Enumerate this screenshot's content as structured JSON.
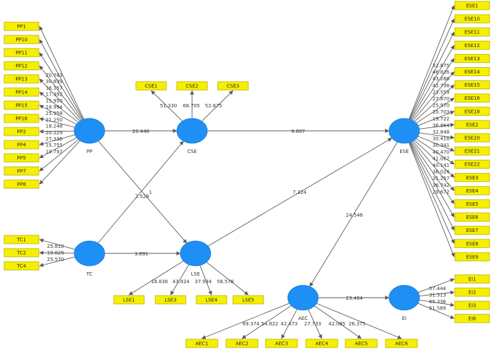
{
  "diagram": {
    "latent_variables": {
      "PP": "PP",
      "CSE": "CSE",
      "TC": "TC",
      "LSE": "LSE",
      "ESE": "ESE",
      "AEC": "AEC",
      "EI": "EI"
    },
    "structural_paths": [
      {
        "from": "PP",
        "to": "CSE",
        "value": "20.448"
      },
      {
        "from": "CSE",
        "to": "ESE",
        "value": "9.807"
      },
      {
        "from": "TC",
        "to": "CSE",
        "value": "2.529"
      },
      {
        "from": "PP",
        "to": "LSE",
        "value": "1"
      },
      {
        "from": "TC",
        "to": "LSE",
        "value": "3.891"
      },
      {
        "from": "LSE",
        "to": "ESE",
        "value": "7.324"
      },
      {
        "from": "ESE",
        "to": "AEC",
        "value": "24.546"
      },
      {
        "from": "AEC",
        "to": "EI",
        "value": "23.464"
      }
    ],
    "indicators": {
      "PP": [
        "PP1",
        "PP10",
        "PP11",
        "PP12",
        "PP13",
        "PP14",
        "PP15",
        "PP16",
        "PP2",
        "PP4",
        "PP5",
        "PP7",
        "PP8"
      ],
      "PP_loadings": [
        "20.783",
        "30.839",
        "16.157",
        "17.392",
        "15.950",
        "18.994",
        "25.958",
        "21.250",
        "18.248",
        "20.229",
        "27.336",
        "15.755",
        "19.797"
      ],
      "CSE": [
        "CSE1",
        "CSE2",
        "CSE3"
      ],
      "CSE_loadings": [
        "51.330",
        "66.705",
        "52.675"
      ],
      "TC": [
        "TC1",
        "TC2",
        "TC4"
      ],
      "TC_loadings": [
        "25.810",
        "19.829",
        "25.570"
      ],
      "LSE": [
        "LSE1",
        "LSE3",
        "LSE4",
        "LSE5"
      ],
      "LSE_loadings": [
        "18.836",
        "43.824",
        "37.934",
        "56.578"
      ],
      "AEC": [
        "AEC1",
        "AEC2",
        "AEC3",
        "AEC4",
        "AEC5",
        "AEC6"
      ],
      "AEC_loadings": [
        "69.374",
        "54.822",
        "42.473",
        "27.733",
        "42.085",
        "26.375"
      ],
      "EI": [
        "EI1",
        "EI2",
        "EI3",
        "EI6"
      ],
      "EI_loadings": [
        "57.444",
        "31.313",
        "85.336",
        "51.589"
      ],
      "ESE": [
        "ESE1",
        "ESE10",
        "ESE11",
        "ESE12",
        "ESE13",
        "ESE14",
        "ESE15",
        "ESE16",
        "ESE18",
        "ESE2",
        "ESE20",
        "ESE21",
        "ESE22",
        "ESE3",
        "ESE4",
        "ESE5",
        "ESE6",
        "ESE7",
        "ESE8",
        "ESE9"
      ],
      "ESE_loadings": [
        "32.875",
        "46.826",
        "43.288",
        "42.738",
        "23.553",
        "27.870",
        "25.970",
        "20.703",
        "19.722",
        "36.864",
        "32.848",
        "30.418",
        "30.341",
        "40.470",
        "41.067",
        "40.141",
        "36.024",
        "31.257",
        "36.742",
        "29.672"
      ]
    },
    "colors": {
      "latent": "#1e90f5",
      "indicator": "#f6f000",
      "edge": "#5a5a5a"
    }
  }
}
